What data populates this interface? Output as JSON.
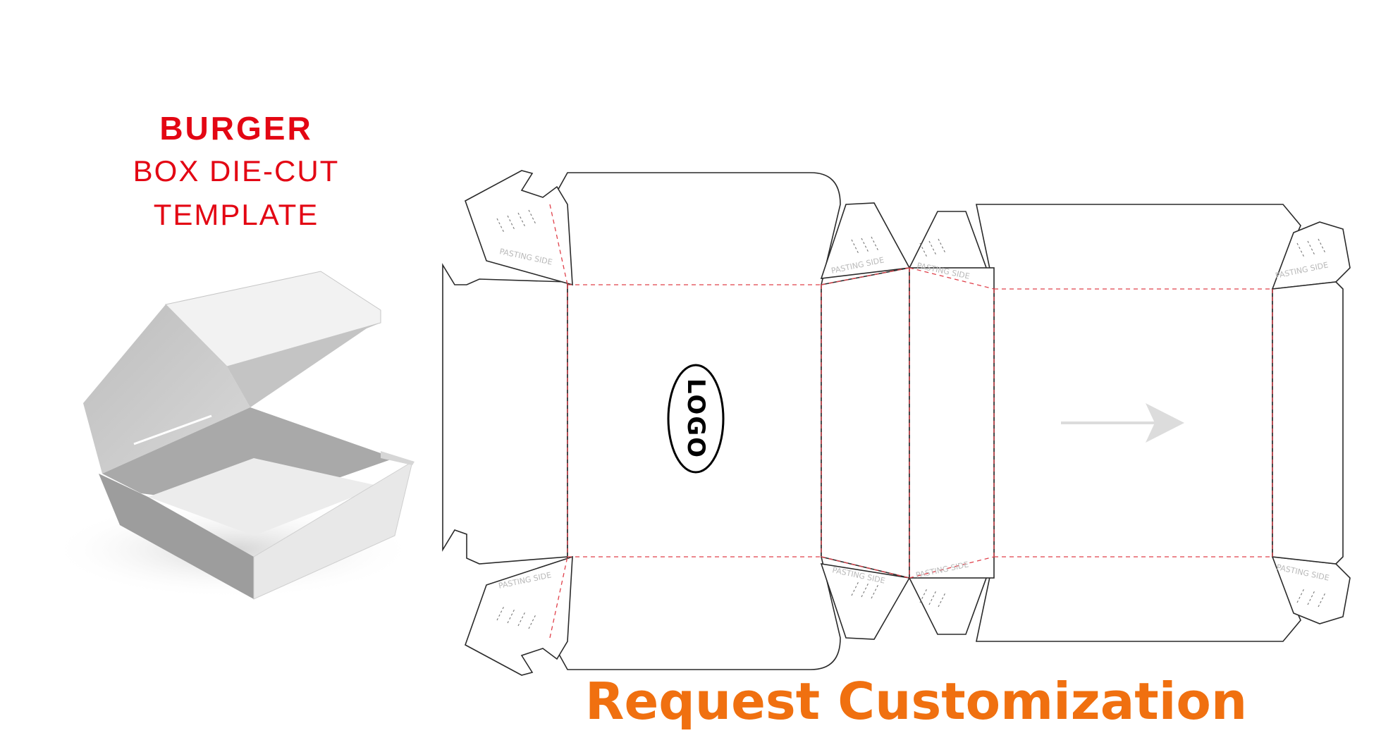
{
  "title": {
    "line1": "BURGER",
    "line2": "BOX DIE-CUT",
    "line3": "TEMPLATE"
  },
  "template": {
    "logo_text": "LOGO",
    "pasting_label": "PASTING SIDE"
  },
  "cta": {
    "label": "Request Customization"
  },
  "colors": {
    "title_red": "#e30613",
    "fold_line": "#e0404a",
    "cta_orange": "#f07010",
    "box_gray": "#b8b8b8"
  },
  "icons": {
    "direction_arrow": "grain-direction-arrow-icon"
  }
}
